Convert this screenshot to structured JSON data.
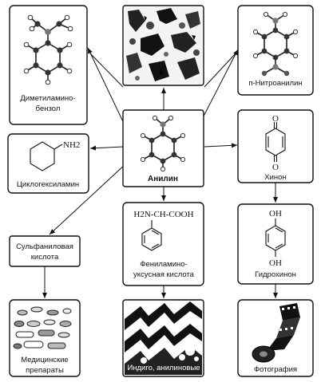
{
  "nodes": {
    "dimethylaminobenzene": {
      "label_1": "Диметиламино-",
      "label_2": "бензол"
    },
    "p_nitroaniline": {
      "label": "п-Нитроанилин"
    },
    "aniline": {
      "label": "Анилин"
    },
    "cyclohexylamine": {
      "label": "Циклогексиламин",
      "formula": "NH2"
    },
    "quinone": {
      "label": "Хинон",
      "atom_top": "O",
      "atom_bottom": "O"
    },
    "sulfanilic_acid": {
      "label_1": "Сульфаниловая",
      "label_2": "кислота"
    },
    "phenylaminoacetic_acid": {
      "formula": "H2N-CH-COOH",
      "label_1": "Фениламино-",
      "label_2": "уксусная кислота"
    },
    "hydroquinone": {
      "label": "Гидрохинон",
      "atom_top": "OH",
      "atom_bottom": "OH"
    },
    "medicines": {
      "label_1": "Медицинские",
      "label_2": "препараты"
    },
    "dyes": {
      "label": "Индиго, анилиновые"
    },
    "photography": {
      "label": "Фотография"
    }
  }
}
